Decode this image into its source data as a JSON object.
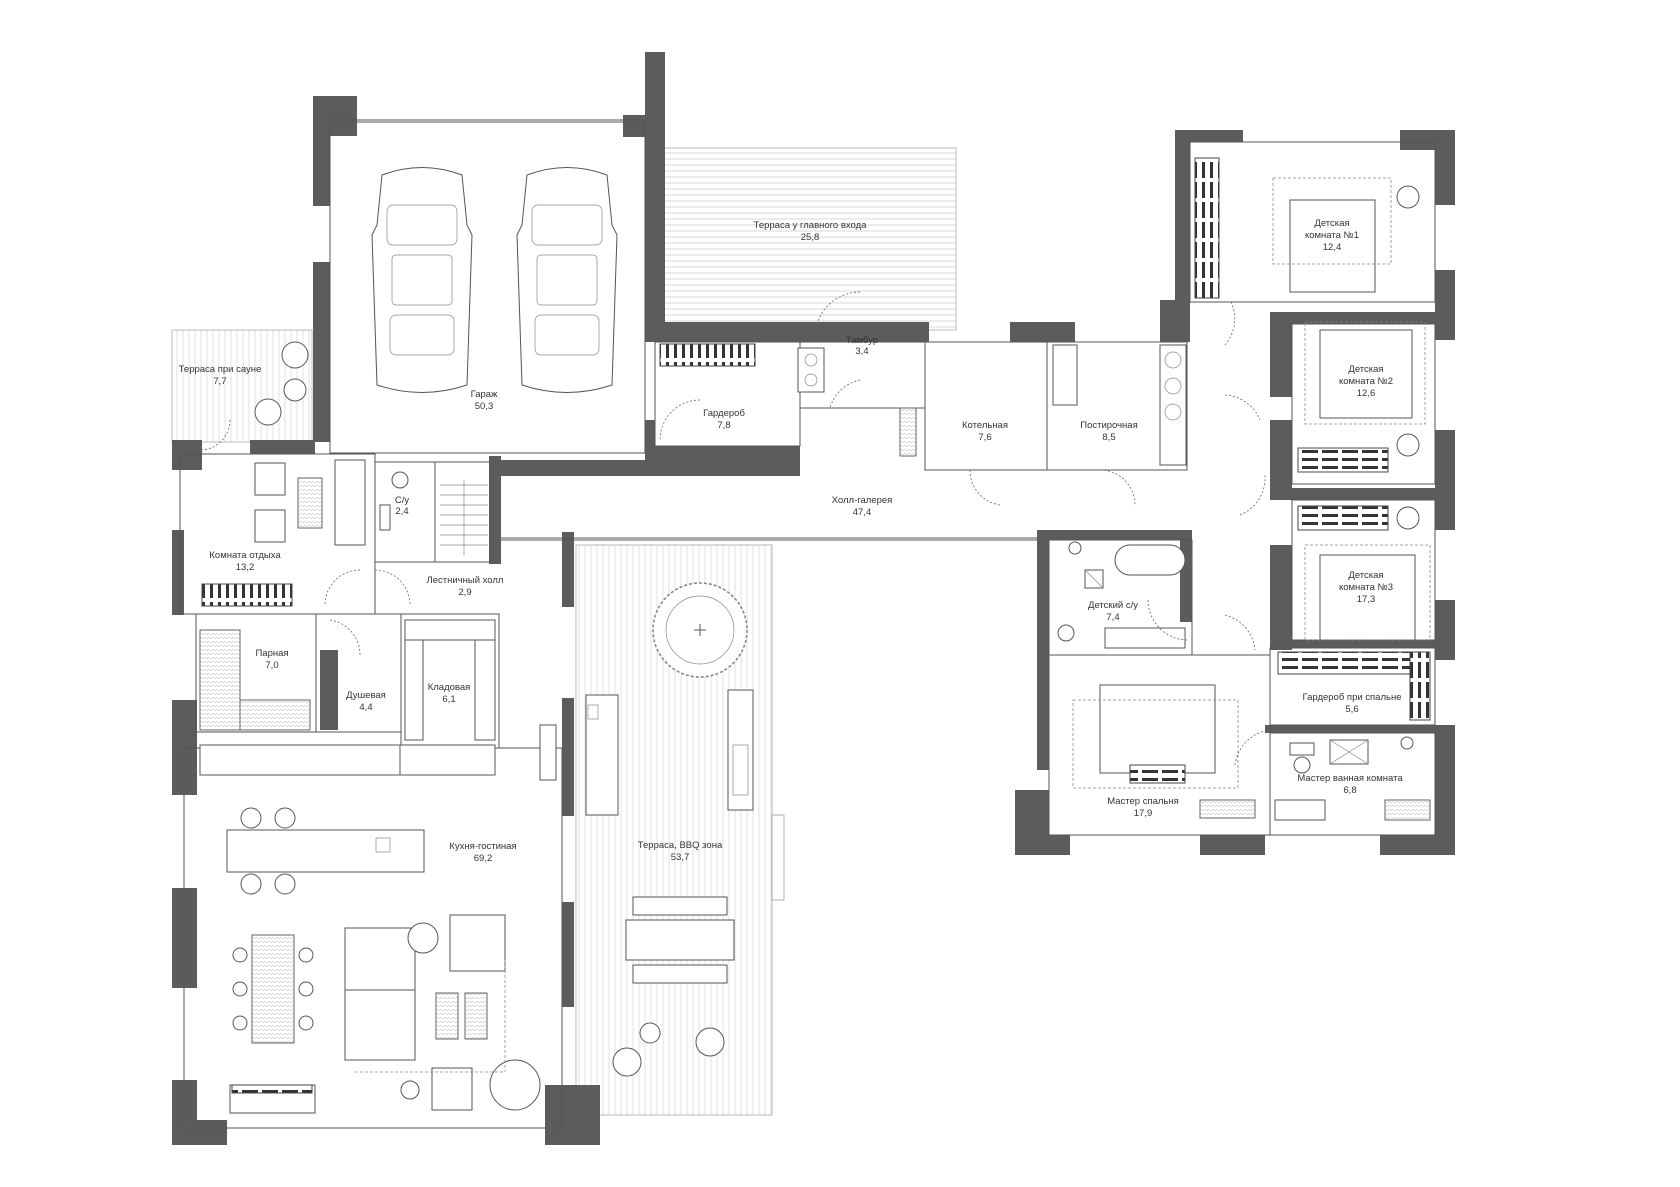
{
  "rooms": {
    "garage": {
      "name": "Гараж",
      "area": "50,3"
    },
    "terrace_entrance": {
      "name": "Терраса у главного входа",
      "area": "25,8"
    },
    "vestibule": {
      "name": "Тамбур",
      "area": "3,4"
    },
    "wardrobe": {
      "name": "Гардероб",
      "area": "7,8"
    },
    "boiler": {
      "name": "Котельная",
      "area": "7,6"
    },
    "laundry": {
      "name": "Постирочная",
      "area": "8,5"
    },
    "hall_gallery": {
      "name": "Холл-галерея",
      "area": "47,4"
    },
    "terrace_sauna": {
      "name": "Терраса при сауне",
      "area": "7,7"
    },
    "rest_room": {
      "name": "Комната отдыха",
      "area": "13,2"
    },
    "wc": {
      "name": "С/у",
      "area": "2,4"
    },
    "stair_hall": {
      "name": "Лестничный холл",
      "area": "2,9"
    },
    "steam_room": {
      "name": "Парная",
      "area": "7,0"
    },
    "shower": {
      "name": "Душевая",
      "area": "4,4"
    },
    "pantry": {
      "name": "Кладовая",
      "area": "6,1"
    },
    "kitchen_living": {
      "name": "Кухня-гостиная",
      "area": "69,2"
    },
    "terrace_bbq": {
      "name": "Терраса, BBQ зона",
      "area": "53,7"
    },
    "kids_room_1": {
      "name1": "Детская",
      "name2": "комната №1",
      "area": "12,4"
    },
    "kids_room_2": {
      "name1": "Детская",
      "name2": "комната №2",
      "area": "12,6"
    },
    "kids_room_3": {
      "name1": "Детская",
      "name2": "комната №3",
      "area": "17,3"
    },
    "kids_bath": {
      "name": "Детский с/у",
      "area": "7,4"
    },
    "bedroom_wardrobe": {
      "name": "Гардероб при спальне",
      "area": "5,6"
    },
    "master_bath": {
      "name": "Мастер ванная комната",
      "area": "6,8"
    },
    "master_bedroom": {
      "name": "Мастер спальня",
      "area": "17,9"
    }
  }
}
